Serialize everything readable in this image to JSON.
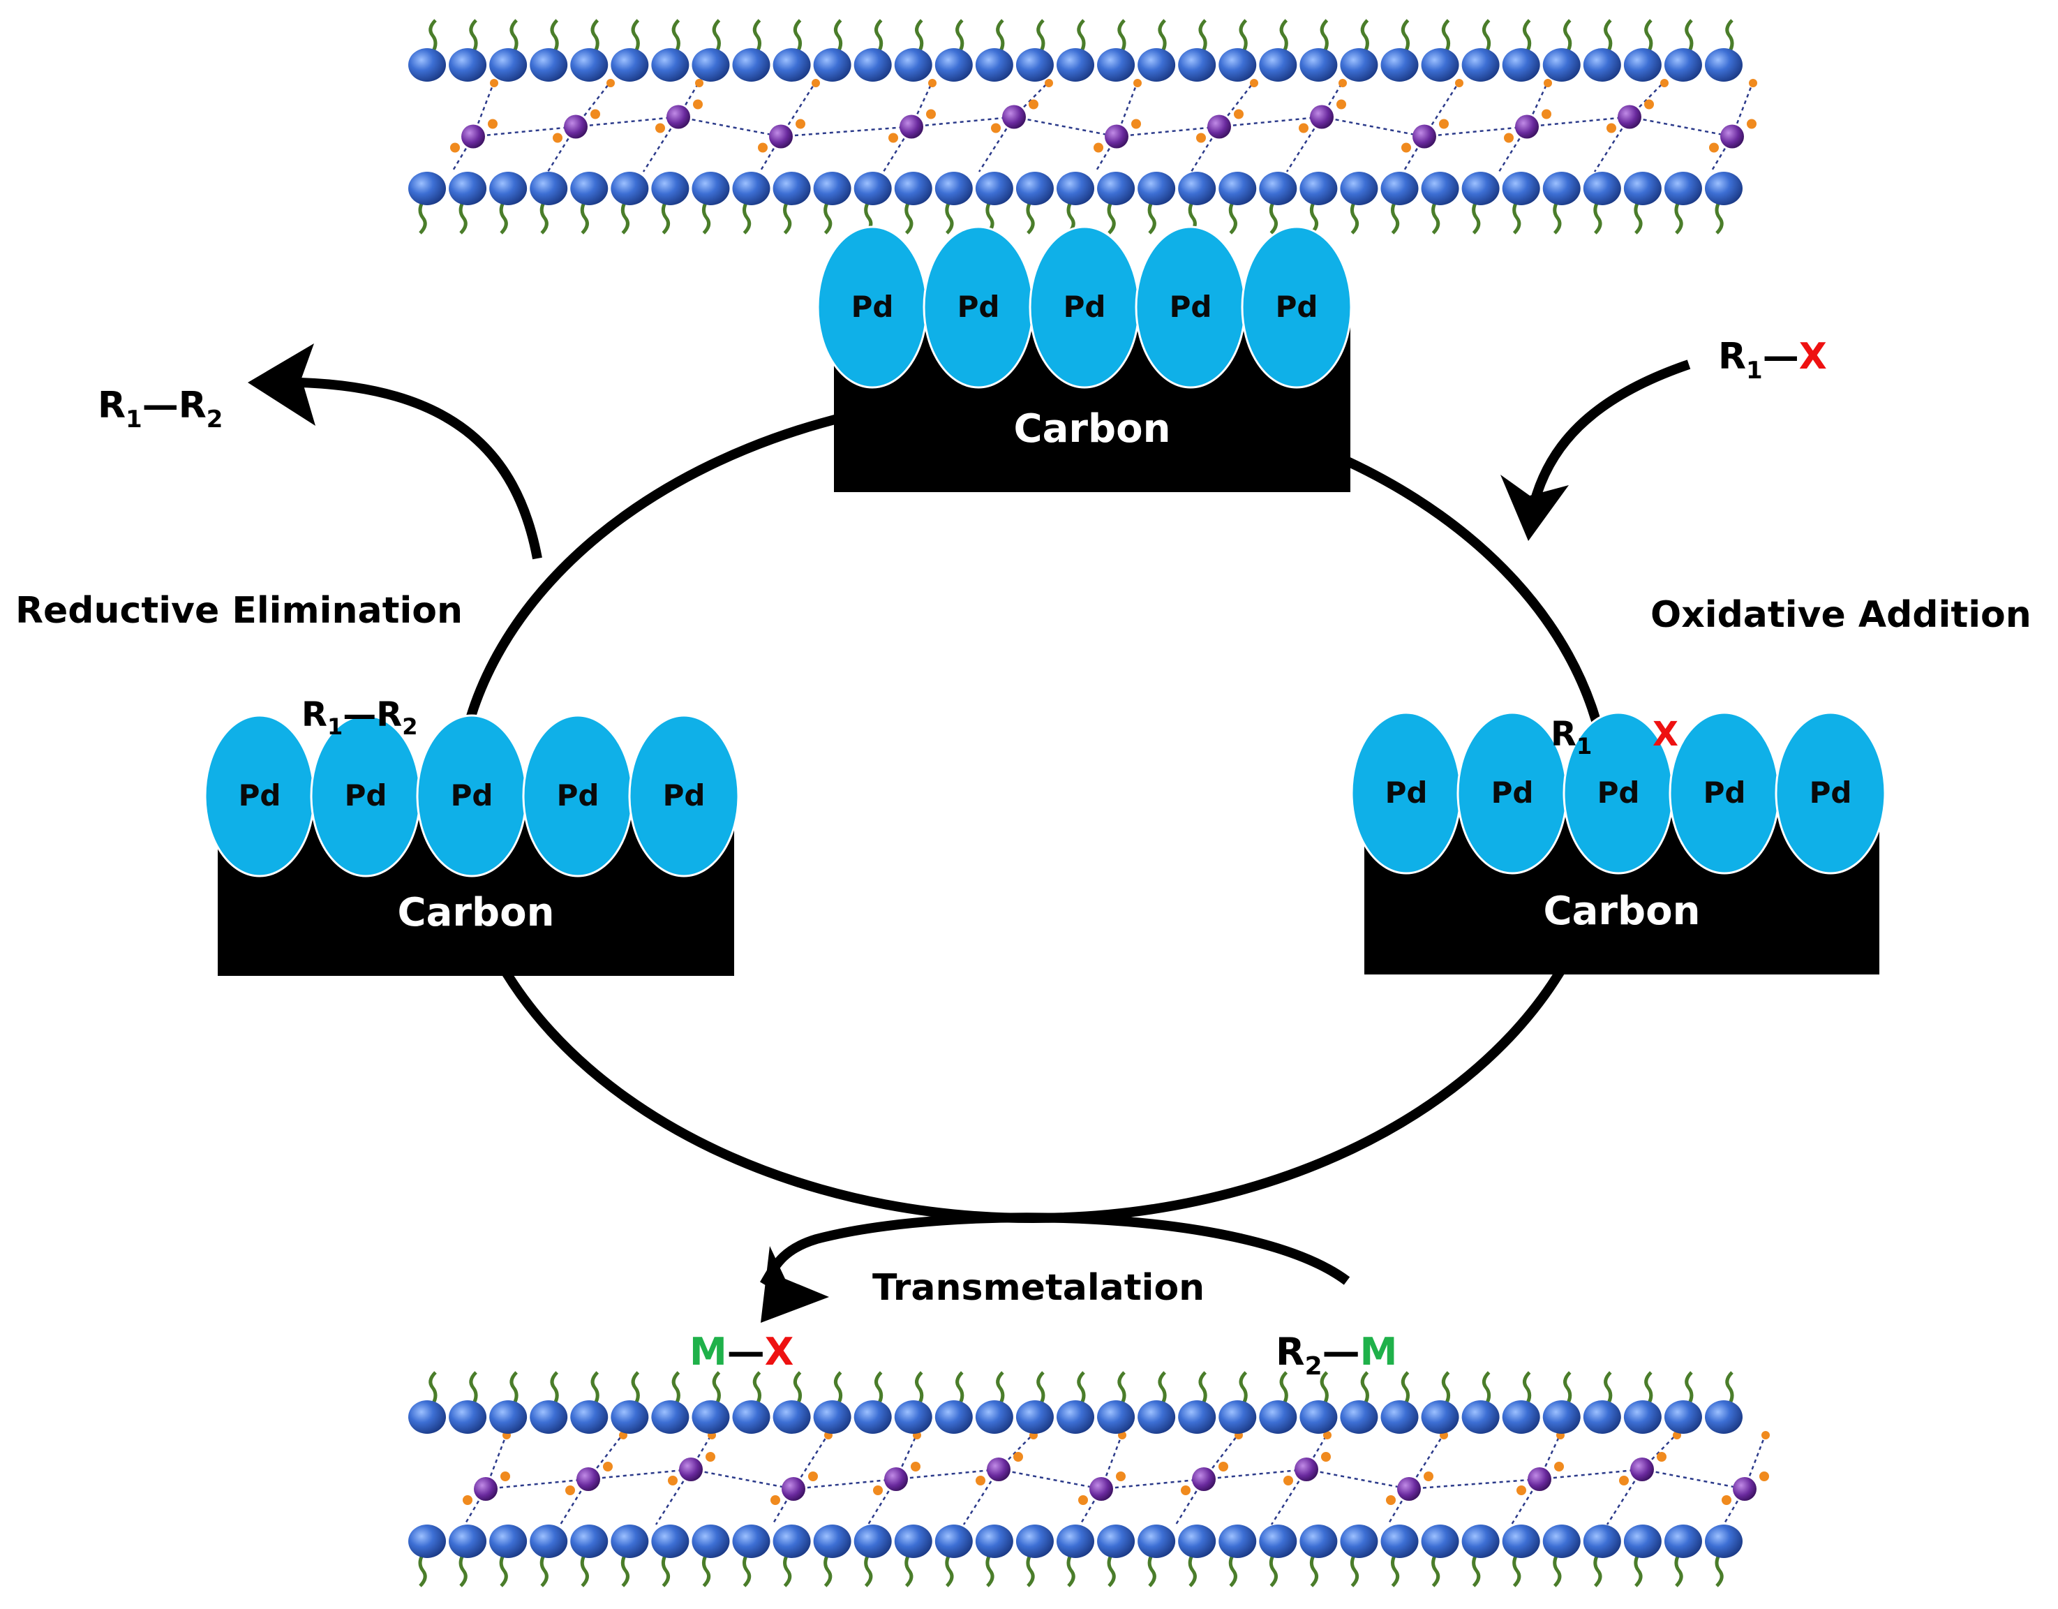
{
  "catalyst": {
    "top": {
      "pd_labels": [
        "Pd",
        "Pd",
        "Pd",
        "Pd",
        "Pd"
      ],
      "support_label": "Carbon"
    },
    "left": {
      "pd_labels": [
        "Pd",
        "Pd",
        "Pd",
        "Pd",
        "Pd"
      ],
      "support_label": "Carbon",
      "adsorbed": {
        "r1": "R",
        "r1_sub": "1",
        "bond": "—",
        "r2": "R",
        "r2_sub": "2"
      }
    },
    "right": {
      "pd_labels": [
        "Pd",
        "Pd",
        "Pd",
        "Pd",
        "Pd"
      ],
      "support_label": "Carbon",
      "adsorbed": {
        "r1": "R",
        "r1_sub": "1",
        "x": "X"
      }
    }
  },
  "steps": {
    "oxidative_addition": "Oxidative Addition",
    "reductive_elimination": "Reductive Elimination",
    "transmetalation": "Transmetalation"
  },
  "species": {
    "reactant_r1x": {
      "r": "R",
      "sub": "1",
      "bond": "—",
      "x": "X"
    },
    "product_r1r2": {
      "r1": "R",
      "r1_sub": "1",
      "bond": "—",
      "r2": "R",
      "r2_sub": "2"
    },
    "reagent_r2m": {
      "r": "R",
      "sub": "2",
      "bond": "—",
      "m": "M"
    },
    "byproduct_mx": {
      "m": "M",
      "bond": "—",
      "x": "X"
    }
  },
  "colors": {
    "pd_sphere": "#0fb0e8",
    "carbon_support": "#000000",
    "carbon_text": "#ffffff",
    "halide": "#ee1111",
    "metal": "#1fb14a",
    "lipid_head": "#3a6fd0",
    "lipid_tail": "#4a7d2a",
    "linker_node": "#6a2a9e",
    "linker_atom": "#f08a1e"
  }
}
